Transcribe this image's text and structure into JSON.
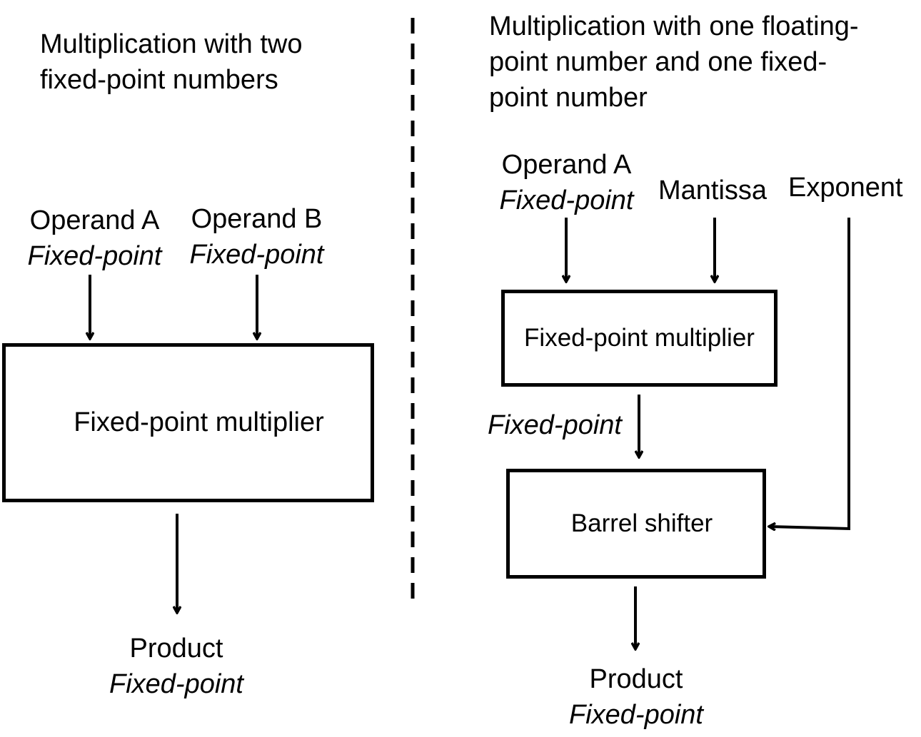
{
  "left": {
    "title_line1": "Multiplication with two",
    "title_line2": "fixed-point numbers",
    "operand_a": {
      "name": "Operand A",
      "type": "Fixed-point"
    },
    "operand_b": {
      "name": "Operand B",
      "type": "Fixed-point"
    },
    "multiplier_label": "Fixed-point multiplier",
    "product": {
      "name": "Product",
      "type": "Fixed-point"
    }
  },
  "right": {
    "title_line1": "Multiplication with one floating-",
    "title_line2": "point number and one fixed-",
    "title_line3": "point number",
    "operand_a": {
      "name": "Operand A",
      "type": "Fixed-point"
    },
    "mantissa_label": "Mantissa",
    "exponent_label": "Exponent",
    "multiplier_label": "Fixed-point multiplier",
    "intermediate_label": "Fixed-point",
    "shifter_label": "Barrel shifter",
    "product": {
      "name": "Product",
      "type": "Fixed-point"
    }
  }
}
